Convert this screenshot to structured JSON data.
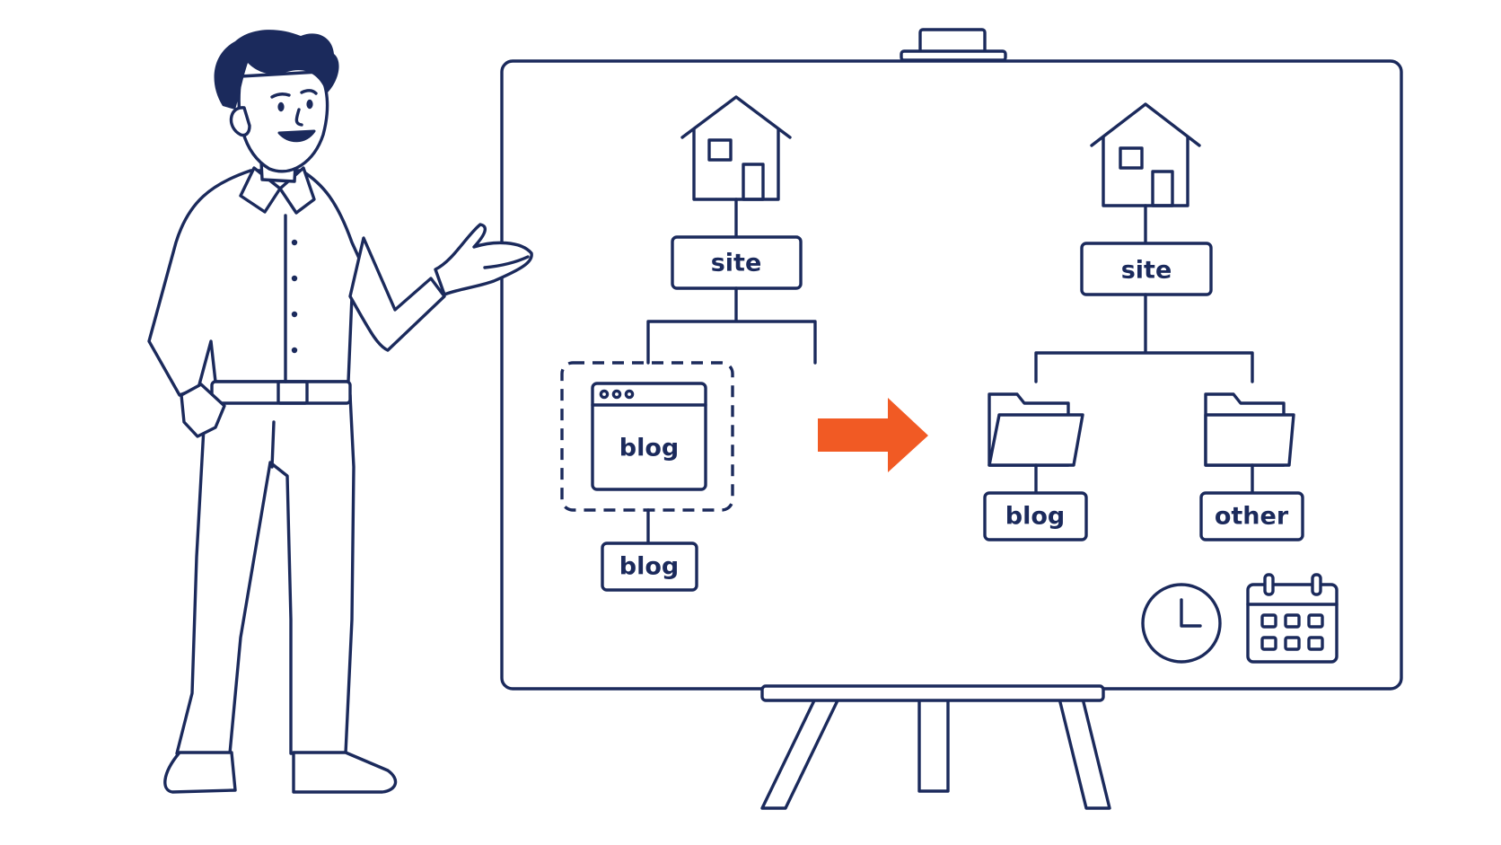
{
  "colors": {
    "ink": "#1b2a5c",
    "accent": "#f15a24",
    "background": "#ffffff"
  },
  "before": {
    "root_icon": "house-icon",
    "root_label": "site",
    "page_icon": "browser-window-icon",
    "page_label": "blog",
    "child_label": "blog"
  },
  "after": {
    "root_icon": "house-icon",
    "root_label": "site",
    "children": [
      {
        "icon": "folder-open-icon",
        "label": "blog"
      },
      {
        "icon": "folder-icon",
        "label": "other"
      }
    ]
  },
  "transition_icon": "arrow-right-icon",
  "extra_icons": [
    "clock-icon",
    "calendar-icon"
  ]
}
